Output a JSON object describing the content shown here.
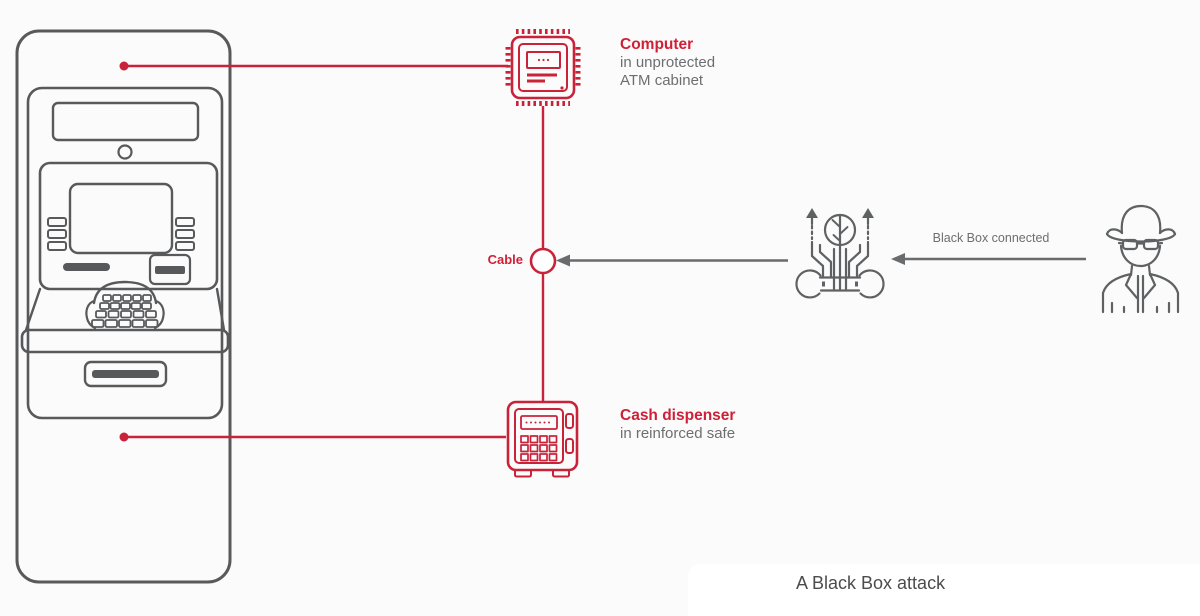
{
  "colors": {
    "accent_red": "#c9233a",
    "red_text": "#d02037",
    "atm_gray": "#58595b",
    "icon_gray": "#5f6163",
    "arrow_gray": "#6a6b6d",
    "text_gray": "#6d6e70",
    "caption_gray": "#4c4c4e",
    "background": "#fbfbfb",
    "panel_white": "#ffffff"
  },
  "icons": {
    "atm_machine": "outlined ATM kiosk line drawing",
    "computer_chip": "red outlined CPU chip with small screen",
    "cash_dispenser_safe": "red outlined safe with keypad",
    "black_box_tools": "gray wrench with circuit sapling and up arrows",
    "attacker_spy": "gray spy with fedora hat and sunglasses",
    "cable_junction": "red circle node on cable line",
    "left_arrowhead": "gray arrow pointing left"
  },
  "diagram": {
    "computer": {
      "title": "Computer",
      "line1": "in unprotected",
      "line2": "ATM cabinet"
    },
    "cable": {
      "label": "Cable"
    },
    "dispenser": {
      "title": "Cash dispenser",
      "line1": "in reinforced safe"
    },
    "connection": {
      "label": "Black Box connected"
    },
    "caption": "A Black Box attack"
  }
}
